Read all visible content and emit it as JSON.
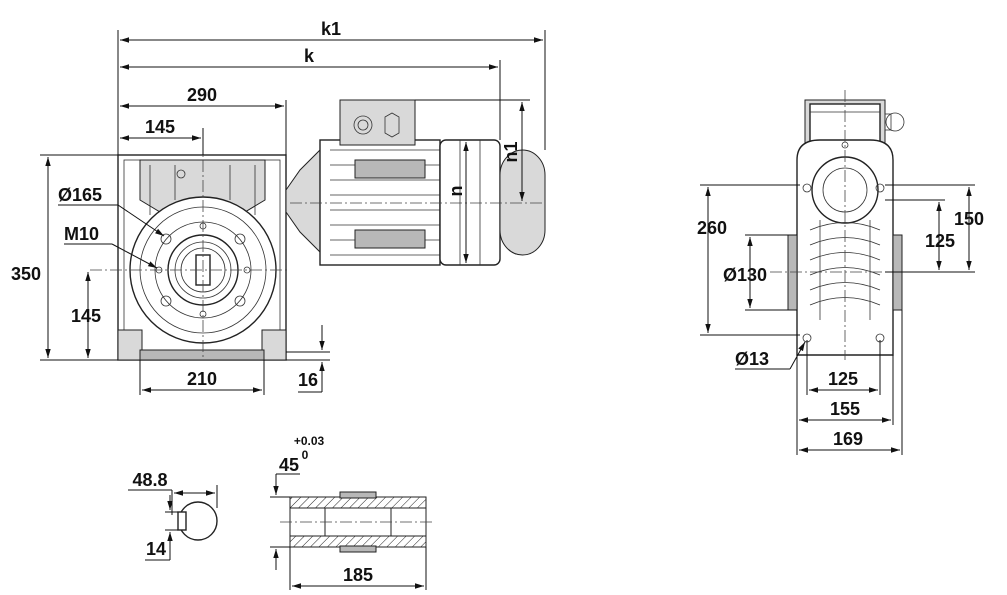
{
  "drawing": {
    "top_dims": {
      "k1": "k1",
      "k": "k",
      "d290": "290",
      "d145_top": "145"
    },
    "side_labels": {
      "n1": "n1",
      "n": "n"
    },
    "left_dims": {
      "d165": "Ø165",
      "m10": "M10",
      "d350": "350",
      "d145_left": "145"
    },
    "bottom_dims": {
      "d210": "210",
      "d16": "16"
    },
    "end_view": {
      "d260": "260",
      "d150": "150",
      "d125_v": "125",
      "d130": "Ø130",
      "d13": "Ø13",
      "d125_h": "125",
      "d155": "155",
      "d169": "169"
    },
    "shaft_key": {
      "d48_8": "48.8",
      "d14": "14"
    },
    "hollow_shaft": {
      "d45": "45",
      "tol_upper": "+0.03",
      "tol_lower": "0",
      "d185": "185"
    }
  }
}
